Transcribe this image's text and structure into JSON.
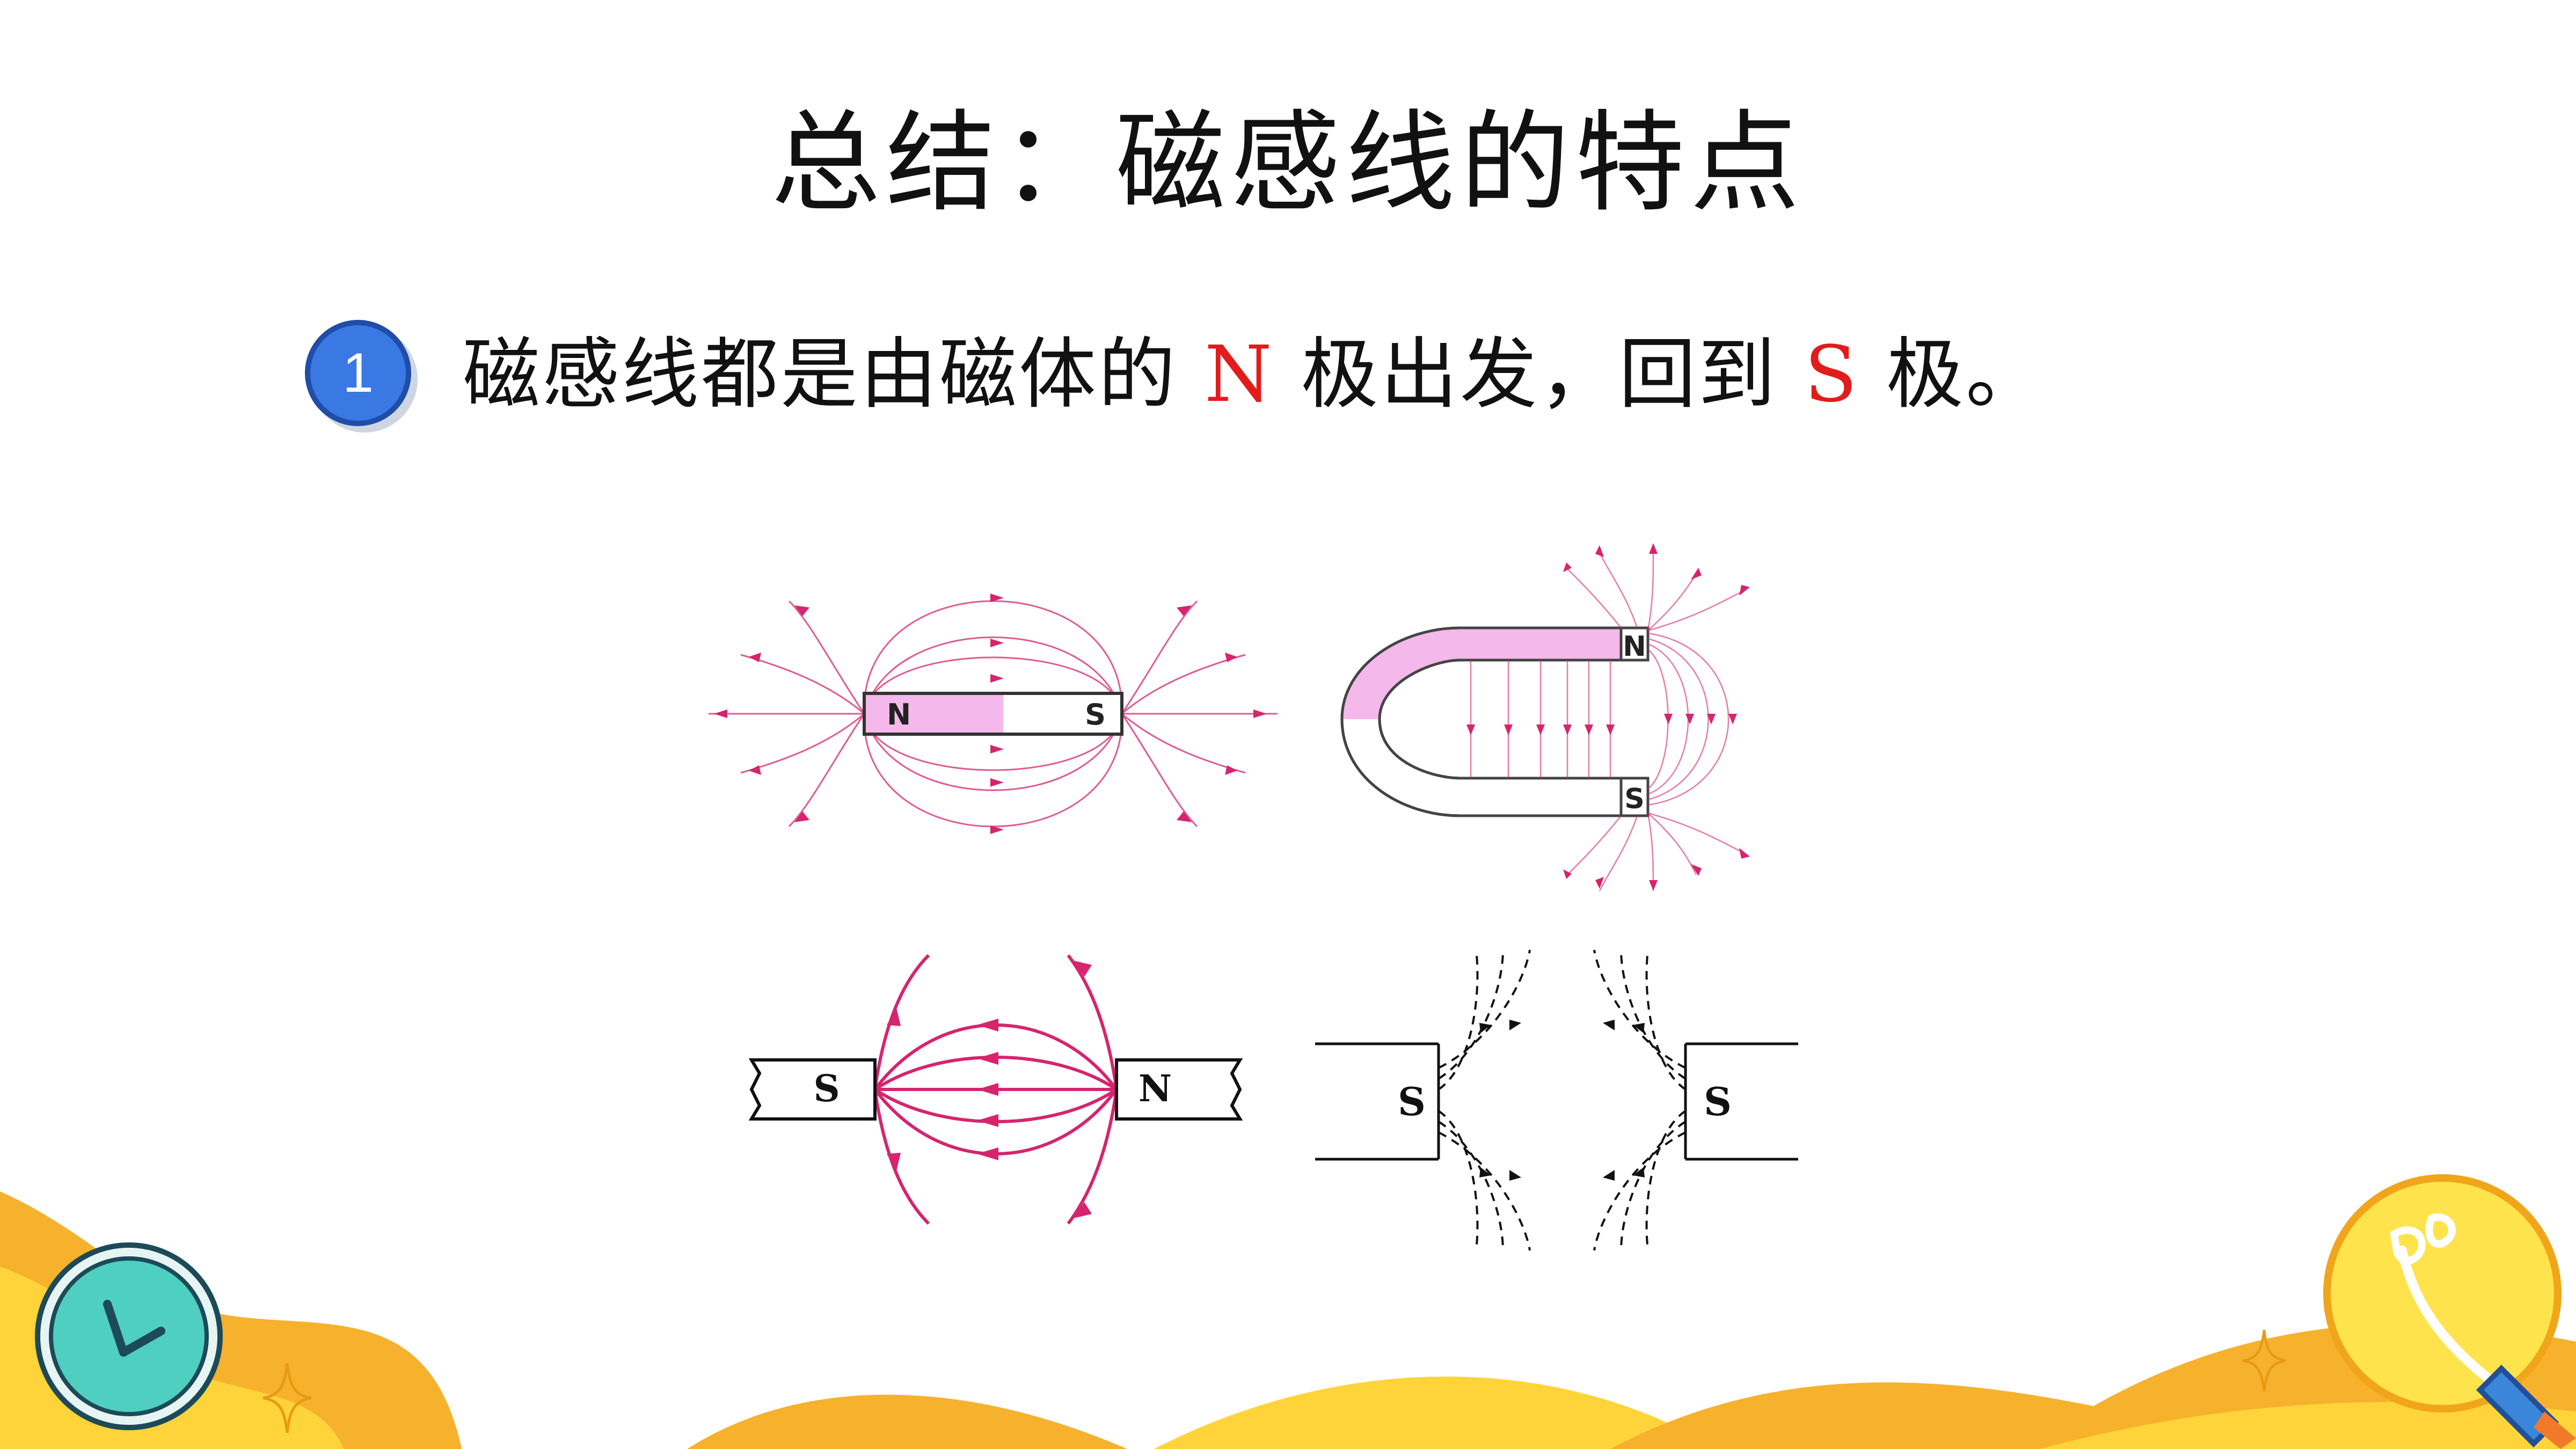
{
  "title": "总结：磁感线的特点",
  "point": {
    "number": "1",
    "text_a": "磁感线都是由磁体的",
    "pole_n": "N",
    "text_b": "极出发，回到",
    "pole_s": "S",
    "text_c": "极。"
  },
  "figures": {
    "bar_magnet": {
      "left_pole": "N",
      "right_pole": "S"
    },
    "horseshoe_magnet": {
      "top_pole": "N",
      "bottom_pole": "S"
    },
    "opposite_poles": {
      "left_pole": "S",
      "right_pole": "N"
    },
    "like_poles": {
      "left_pole": "S",
      "right_pole": "S"
    }
  },
  "icons": [
    "clock-icon",
    "lightbulb-icon",
    "sparkle-icon"
  ],
  "colors": {
    "field_line": "#d6246e",
    "pole_tint": "#f5b8ea",
    "badge": "#3a78e4",
    "pole_text": "#e21b1b",
    "wave_orange": "#f6b12d",
    "wave_yellow": "#ffd43a"
  }
}
